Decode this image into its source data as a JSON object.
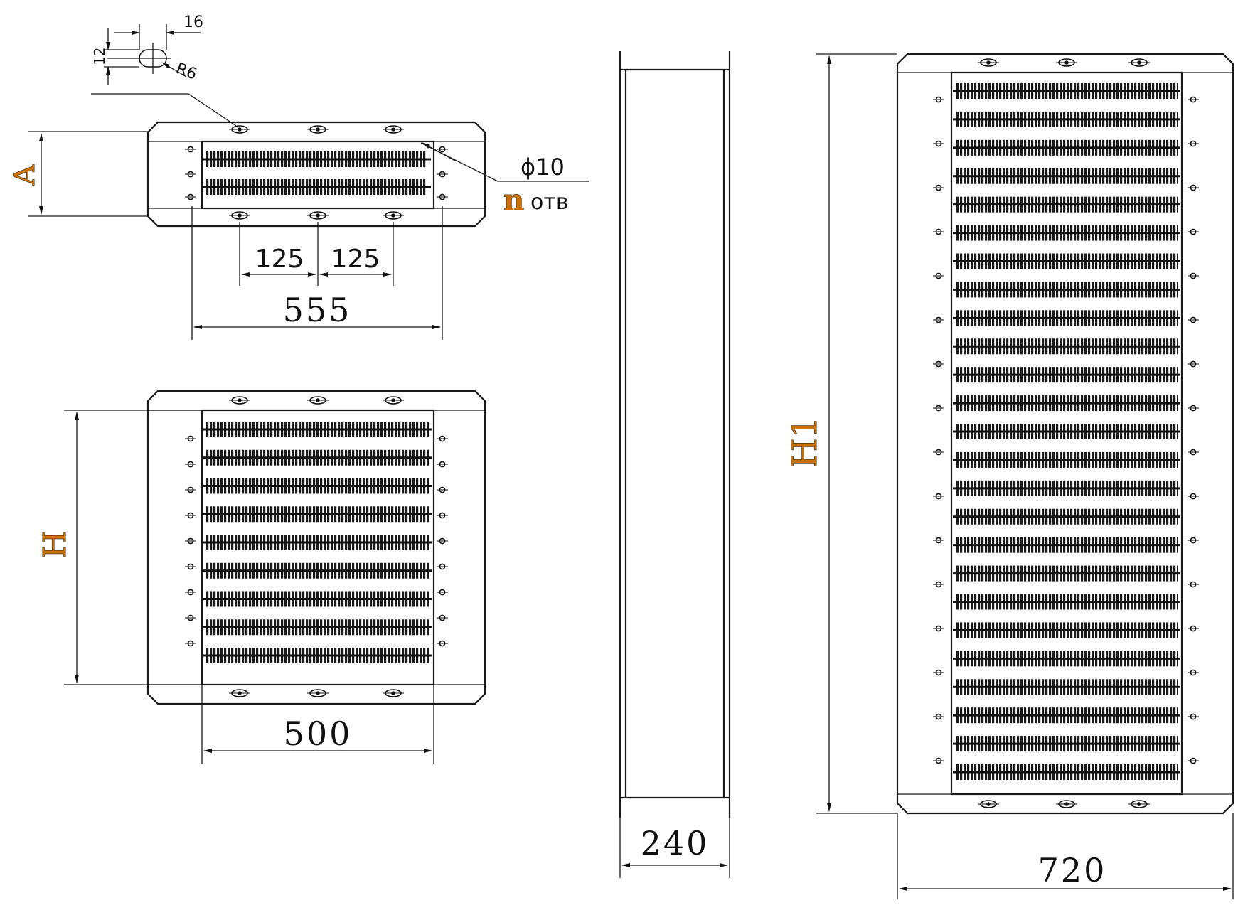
{
  "dimensions": {
    "slot_width": "16",
    "slot_height": "12",
    "slot_radius": "R6",
    "hole_diameter": "ϕ10",
    "holes_n": "n",
    "holes_unit": "отв",
    "pitch_1": "125",
    "pitch_2": "125",
    "top_width": "555",
    "front_width": "500",
    "depth": "240",
    "large_width": "720"
  },
  "labels": {
    "a": "A",
    "h": "H",
    "h1": "H1"
  },
  "colors": {
    "line": "#1a1a1a",
    "label_accent": "#c8700a",
    "background": "#ffffff"
  },
  "icons": [
    "fin-heater-element",
    "mounting-slot-icon",
    "terminal-bolt-icon",
    "dimension-arrow"
  ]
}
